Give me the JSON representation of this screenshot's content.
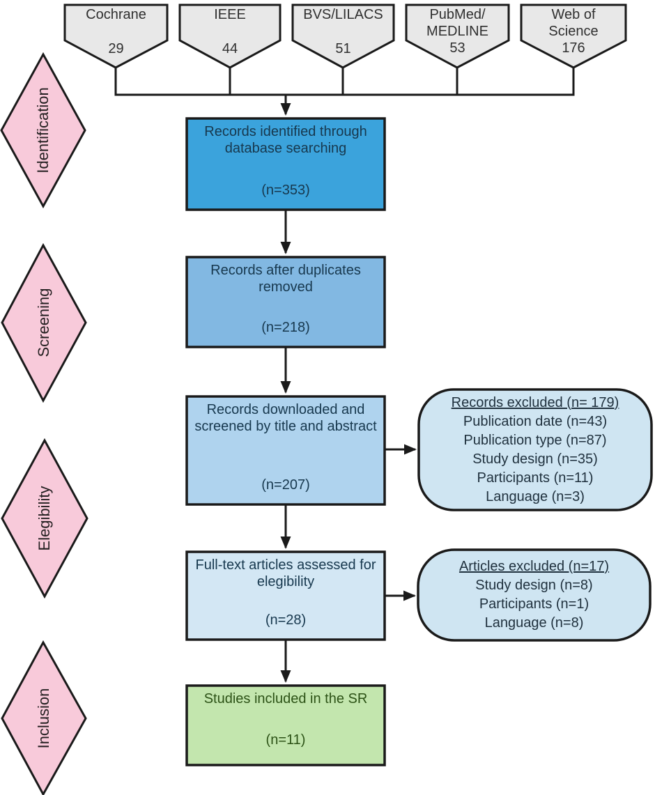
{
  "diagram_title": "PRISMA systematic review flow diagram",
  "colors": {
    "source_fill": "#e8e8e8",
    "phase_fill": "#f8cada",
    "stage1_fill": "#3ba3dc",
    "stage2_fill": "#82b8e2",
    "stage3_fill": "#afd3ee",
    "stage4_fill": "#d3e7f4",
    "included_fill": "#c3e6ae",
    "excluded_fill": "#cfe5f2",
    "stroke": "#1a1a1a",
    "text_blue_box": "#17384e",
    "text_green_box": "#2c5216"
  },
  "sources": [
    {
      "name": "Cochrane",
      "count": "29"
    },
    {
      "name": "IEEE",
      "count": "44"
    },
    {
      "name": "BVS/LILACS",
      "count": "51"
    },
    {
      "name": "PubMed/\nMEDLINE",
      "count": "53"
    },
    {
      "name": "Web of\nScience",
      "count": "176"
    }
  ],
  "phases": [
    {
      "label": "Identification"
    },
    {
      "label": "Screening"
    },
    {
      "label": "Elegibility"
    },
    {
      "label": "Inclusion"
    }
  ],
  "steps": [
    {
      "label": "Records identified through database searching",
      "count": "(n=353)"
    },
    {
      "label": "Records after duplicates removed",
      "count": "(n=218)"
    },
    {
      "label": "Records downloaded and screened by title and abstract",
      "count": "(n=207)"
    },
    {
      "label": "Full-text articles assessed for elegibility",
      "count": "(n=28)"
    },
    {
      "label": "Studies included in the SR",
      "count": "(n=11)"
    }
  ],
  "exclusions": [
    {
      "title": "Records excluded (n= 179)",
      "items": [
        "Publication date (n=43)",
        "Publication type (n=87)",
        "Study design (n=35)",
        "Participants (n=11)",
        "Language (n=3)"
      ]
    },
    {
      "title": "Articles excluded (n=17)",
      "items": [
        "Study design (n=8)",
        "Participants (n=1)",
        "Language (n=8)"
      ]
    }
  ]
}
